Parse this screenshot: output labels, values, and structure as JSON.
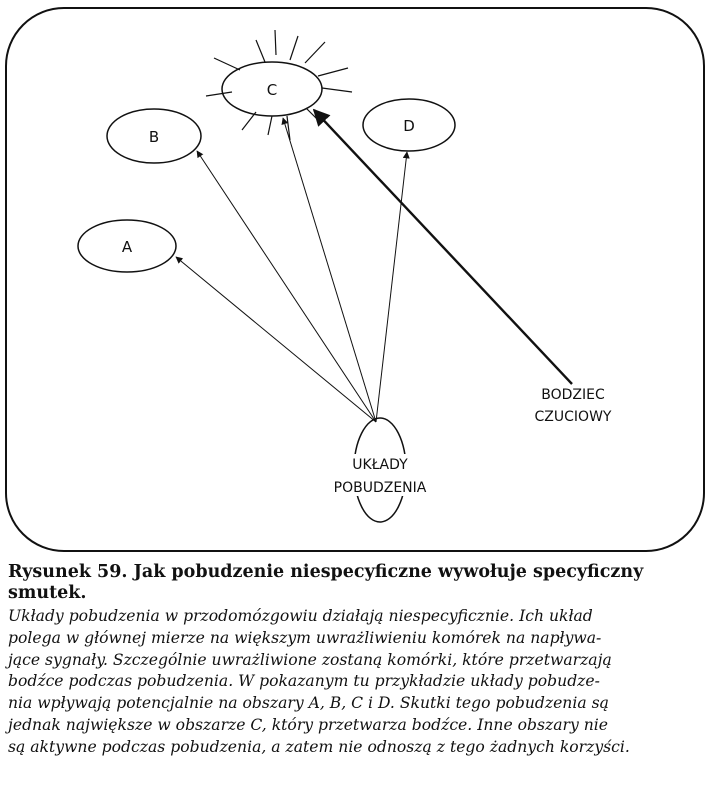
{
  "diagram": {
    "nodes": {
      "a": "A",
      "b": "B",
      "c": "C",
      "d": "D",
      "stimulus_line1": "BODZIEC",
      "stimulus_line2": "CZUCIOWY",
      "arousal_line1": "UKŁADY",
      "arousal_line2": "POBUDZENIA"
    }
  },
  "caption": {
    "title_line1": "Rysunek 59. Jak pobudzenie niespecyficzne wywołuje specyficzny",
    "title_line2": "smutek.",
    "lines": [
      "Układy pobudzenia w przodomózgowiu działają niespecyficznie. Ich układ",
      "polega w głównej mierze na większym uwrażliwieniu komórek na napływa-",
      "jące sygnały. Szczególnie uwrażliwione zostaną komórki, które przetwarzają",
      "bodźce podczas pobudzenia. W pokazanym tu przykładzie układy pobudze-",
      "nia wpływają potencjalnie na obszary A, B, C i D. Skutki tego pobudzenia są",
      "jednak największe w obszarze C, który przetwarza bodźce. Inne obszary nie",
      "są aktywne podczas pobudzenia, a zatem nie odnoszą z tego żadnych korzyści."
    ]
  }
}
